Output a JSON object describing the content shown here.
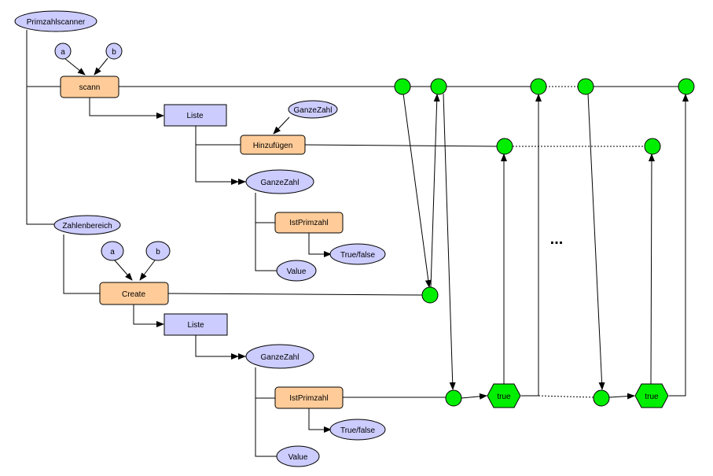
{
  "diagram": {
    "root_label": "Primzahlscanner",
    "scann": {
      "param_a": "a",
      "param_b": "b",
      "method": "scann",
      "list": "Liste",
      "add_param": "GanzeZahl",
      "add_method": "Hinzufügen",
      "item": "GanzeZahl",
      "check": "IstPrimzahl",
      "result": "True/false",
      "value": "Value"
    },
    "range": {
      "label": "Zahlenbereich",
      "param_a": "a",
      "param_b": "b",
      "method": "Create",
      "list": "Liste",
      "item": "GanzeZahl",
      "check": "IstPrimzahl",
      "result": "True/false",
      "value": "Value"
    },
    "true_1": "true",
    "true_2": "true",
    "ellipsis": "..."
  },
  "colors": {
    "oval": "#ccccff",
    "method": "#ffcc99",
    "class_box": "#ccccff",
    "state_node": "#00ee00"
  }
}
